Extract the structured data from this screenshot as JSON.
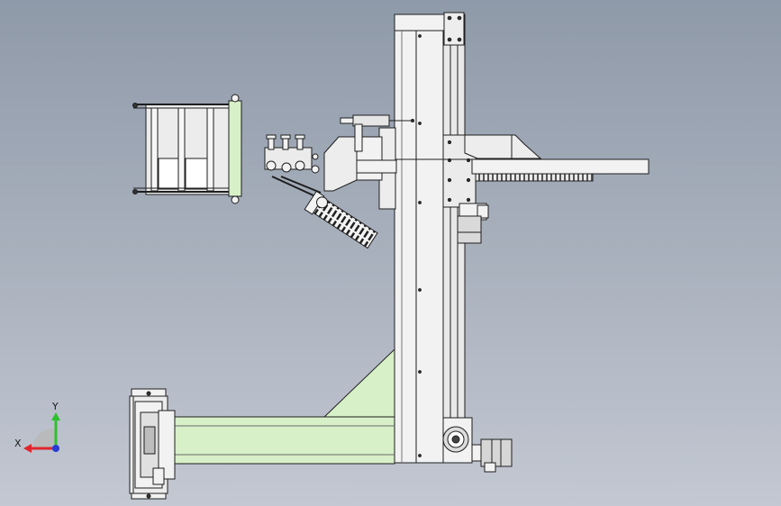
{
  "scene": {
    "view": "cad-drawing-3d-viewport",
    "colors": {
      "background_top": "#8f9aa9",
      "background_bottom": "#c3c8d2",
      "part_fill": "#f2f2f2",
      "highlight_fill": "#d8f0c8",
      "edge": "#1e1e1e"
    }
  },
  "triad": {
    "x_label": "X",
    "y_label": "Y",
    "x_color": "#e0262c",
    "y_color": "#2ec02e",
    "z_color": "#2a3bd6"
  }
}
